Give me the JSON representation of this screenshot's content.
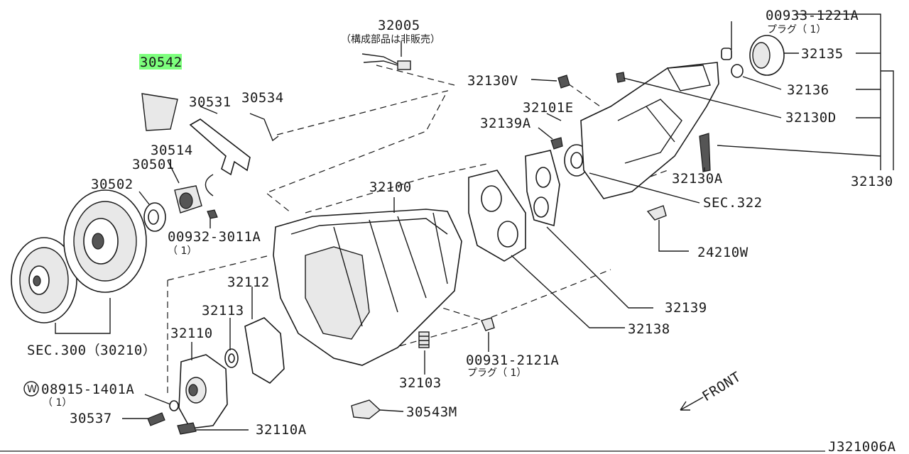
{
  "diagram": {
    "code": "J321006A",
    "front_label": "FRONT",
    "labels": {
      "p30542": "30542",
      "p32005": "32005",
      "p32005_note": "（構成部品は非販売）",
      "p00933": "00933-1221A",
      "p00933_note": "プラグ（ 1）",
      "p32135": "32135",
      "p32136": "32136",
      "p32130V": "32130V",
      "p32101E": "32101E",
      "p32139A": "32139A",
      "p32130D": "32130D",
      "p32130": "32130",
      "p32130A": "32130A",
      "sec322": "SEC.322",
      "p24210W": "24210W",
      "p30531": "30531",
      "p30534": "30534",
      "p30514": "30514",
      "p30501": "30501",
      "p30502": "30502",
      "p00932": "00932-3011A",
      "p00932_qty": "（ 1）",
      "p32100": "32100",
      "p32112": "32112",
      "p32113": "32113",
      "p32110": "32110",
      "p32139": "32139",
      "p32138": "32138",
      "p00931": "00931-2121A",
      "p00931_note": "プラグ（ 1）",
      "p32103": "32103",
      "p30543M": "30543M",
      "sec300": "SEC.300（30210）",
      "washer_mark": "W",
      "p08915": "08915-1401A",
      "p08915_qty": "（ 1）",
      "p30537": "30537",
      "p32110A": "32110A"
    },
    "highlight_color": "#7dff7d"
  }
}
